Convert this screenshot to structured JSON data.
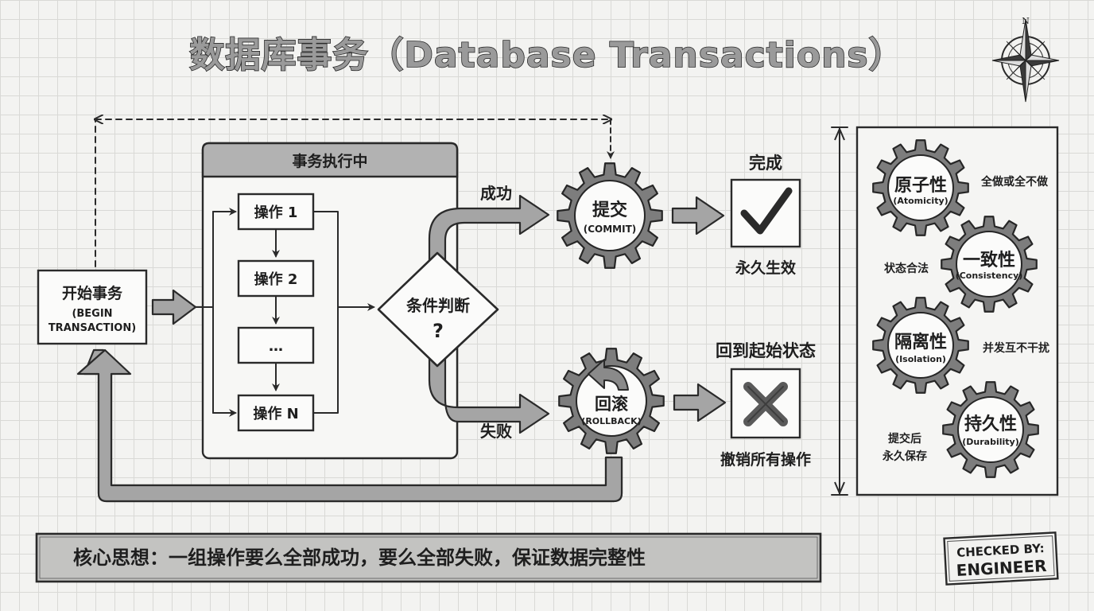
{
  "title": "数据库事务（Database Transactions）",
  "start": {
    "label": "开始事务",
    "sub1": "(BEGIN",
    "sub2": "TRANSACTION)"
  },
  "panel": {
    "header": "事务执行中",
    "ops": [
      "操作 1",
      "操作 2",
      "…",
      "操作 N"
    ]
  },
  "decision": {
    "label": "条件判断",
    "mark": "?"
  },
  "branches": {
    "success": "成功",
    "failure": "失败"
  },
  "commit": {
    "label": "提交",
    "sub": "(COMMIT)"
  },
  "rollback": {
    "label": "回滚",
    "sub": "(ROLLBACK)"
  },
  "result_success": {
    "top": "完成",
    "bottom": "永久生效"
  },
  "result_failure": {
    "top": "回到起始状态",
    "bottom": "撤销所有操作"
  },
  "acid": [
    {
      "name": "原子性",
      "en": "(Atomicity)",
      "desc": "全做或全不做"
    },
    {
      "name": "一致性",
      "en": "(Consistency)",
      "desc": "状态合法"
    },
    {
      "name": "隔离性",
      "en": "(Isolation)",
      "desc": "并发互不干扰"
    },
    {
      "name": "持久性",
      "en": "(Durability)",
      "desc1": "提交后",
      "desc2": "永久保存"
    }
  ],
  "core_idea": "核心思想：一组操作要么全部成功，要么全部失败，保证数据完整性",
  "stamp": {
    "line1": "CHECKED BY:",
    "line2": "ENGINEER"
  },
  "compass": {
    "north": "N"
  },
  "colors": {
    "gear": "#7d7d7d",
    "arrow": "#a5a5a5",
    "ink": "#1e1e1e"
  }
}
